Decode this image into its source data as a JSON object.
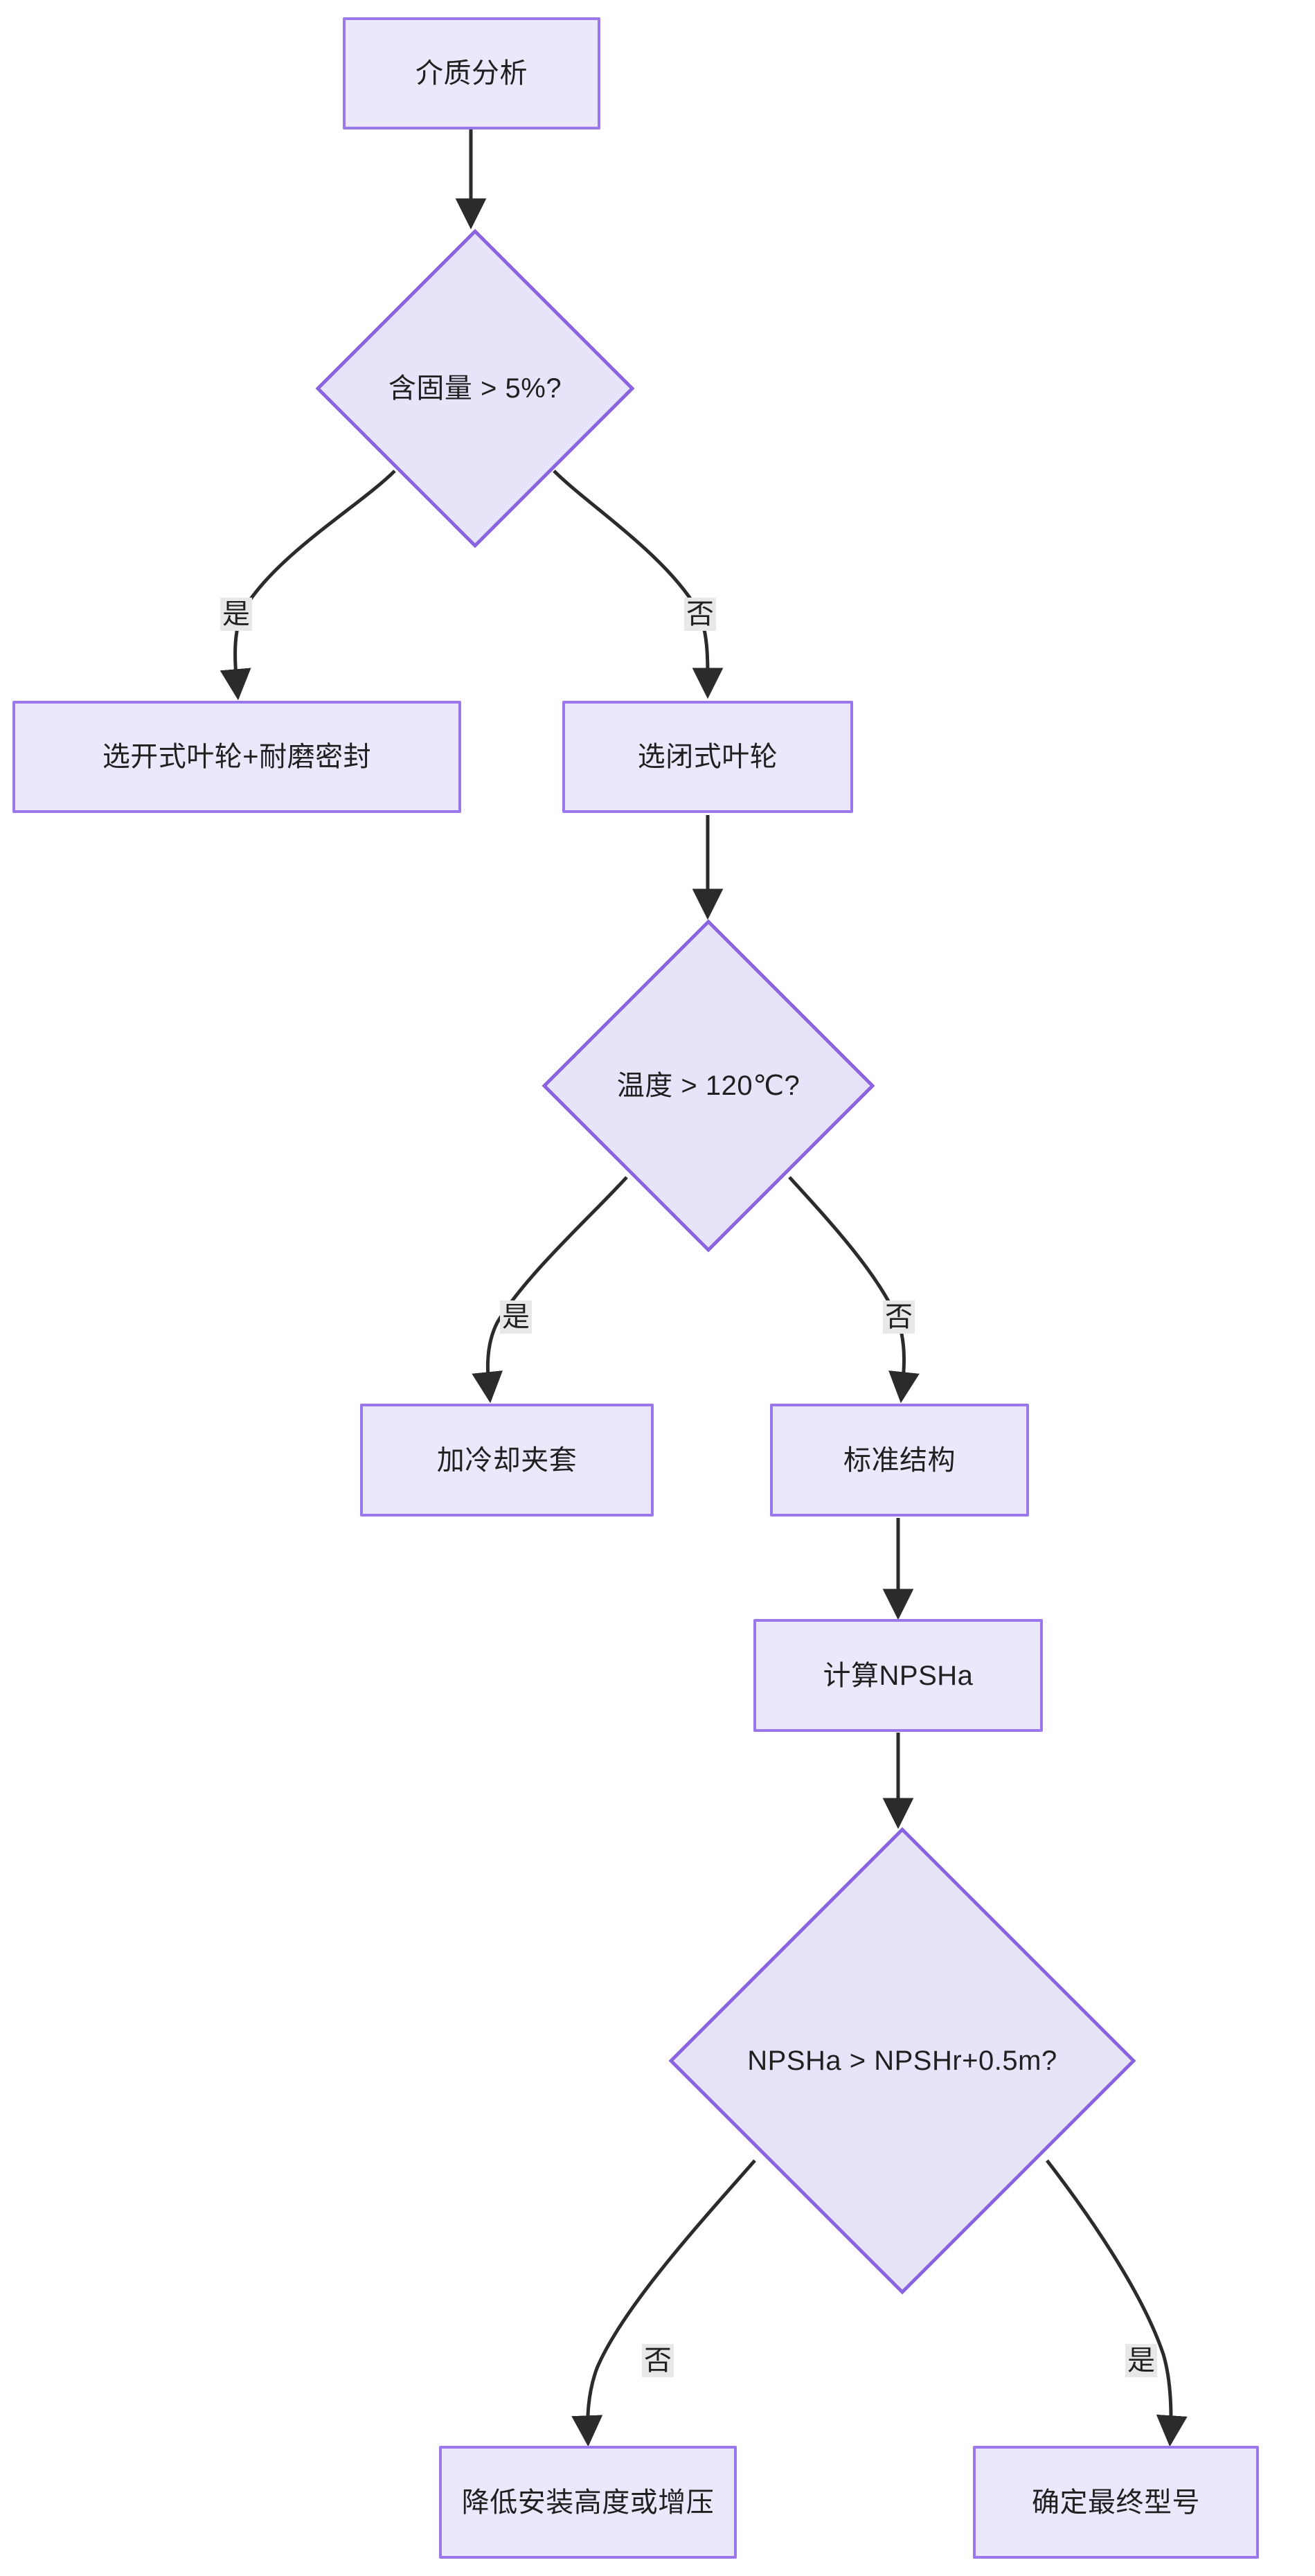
{
  "diagram": {
    "type": "flowchart",
    "direction": "top-down",
    "title": "",
    "theme": {
      "node_fill": "#ebe8fc",
      "node_stroke": "#9a77ea",
      "decision_fill": "#e7e4fa",
      "decision_stroke": "#8a64e0",
      "edge_color": "#2b2b2b",
      "text_color": "#1f2020",
      "edge_label_bg": "#e8e8e8",
      "canvas_bg": "#ffffff"
    },
    "nodes": [
      {
        "id": "n1",
        "shape": "process",
        "label": "介质分析"
      },
      {
        "id": "n2",
        "shape": "decision",
        "label": "含固量 > 5%?"
      },
      {
        "id": "n3",
        "shape": "process",
        "label": "选开式叶轮+耐磨密封"
      },
      {
        "id": "n4",
        "shape": "process",
        "label": "选闭式叶轮"
      },
      {
        "id": "n5",
        "shape": "decision",
        "label": "温度 > 120℃?"
      },
      {
        "id": "n6",
        "shape": "process",
        "label": "加冷却夹套"
      },
      {
        "id": "n7",
        "shape": "process",
        "label": "标准结构"
      },
      {
        "id": "n8",
        "shape": "process",
        "label": "计算NPSHa"
      },
      {
        "id": "n9",
        "shape": "decision",
        "label": "NPSHa > NPSHr+0.5m?"
      },
      {
        "id": "n10",
        "shape": "process",
        "label": "降低安装高度或增压"
      },
      {
        "id": "n11",
        "shape": "process",
        "label": "确定最终型号"
      }
    ],
    "edges": [
      {
        "from": "n1",
        "to": "n2",
        "label": ""
      },
      {
        "from": "n2",
        "to": "n3",
        "label": "是"
      },
      {
        "from": "n2",
        "to": "n4",
        "label": "否"
      },
      {
        "from": "n4",
        "to": "n5",
        "label": ""
      },
      {
        "from": "n5",
        "to": "n6",
        "label": "是"
      },
      {
        "from": "n5",
        "to": "n7",
        "label": "否"
      },
      {
        "from": "n7",
        "to": "n8",
        "label": ""
      },
      {
        "from": "n8",
        "to": "n9",
        "label": ""
      },
      {
        "from": "n9",
        "to": "n10",
        "label": "否"
      },
      {
        "from": "n9",
        "to": "n11",
        "label": "是"
      }
    ],
    "edge_labels": {
      "e2_3": "是",
      "e2_4": "否",
      "e5_6": "是",
      "e5_7": "否",
      "e9_10": "否",
      "e9_11": "是"
    }
  }
}
